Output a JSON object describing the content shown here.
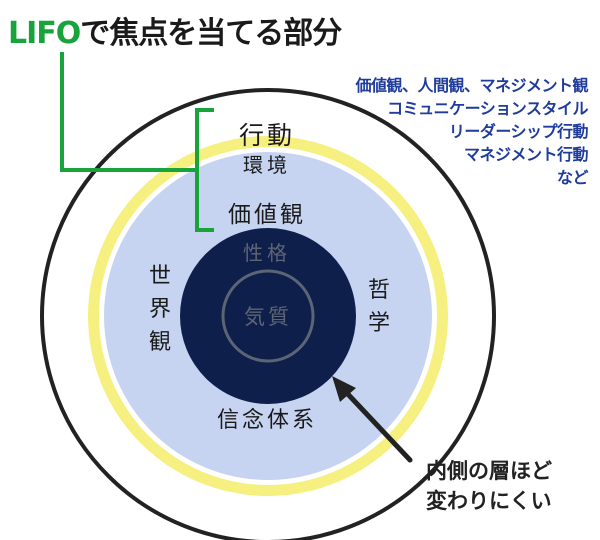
{
  "title": {
    "accent": "LIFO",
    "rest": "で焦点を当てる部分"
  },
  "notes": [
    "価値観、人間観、マネジメント観",
    "コミュニケーションスタイル",
    "リーダーシップ行動",
    "マネジメント行動",
    "など"
  ],
  "rings": {
    "behavior": "行動",
    "environment": "環境",
    "values": "価値観",
    "personality": "性格",
    "temperament": "気質",
    "worldview_chars": [
      "世",
      "界",
      "観"
    ],
    "philosophy_chars": [
      "哲",
      "学"
    ],
    "beliefs": "信念体系"
  },
  "arrow_note": [
    "内側の層ほど",
    "変わりにくい"
  ],
  "colors": {
    "accent_green": "#19a33b",
    "notes_blue": "#1f3c9c",
    "yellow_ring": "#f5f07f",
    "light_blue": "#c6d4f1",
    "core_navy": "#0e1f4c"
  }
}
